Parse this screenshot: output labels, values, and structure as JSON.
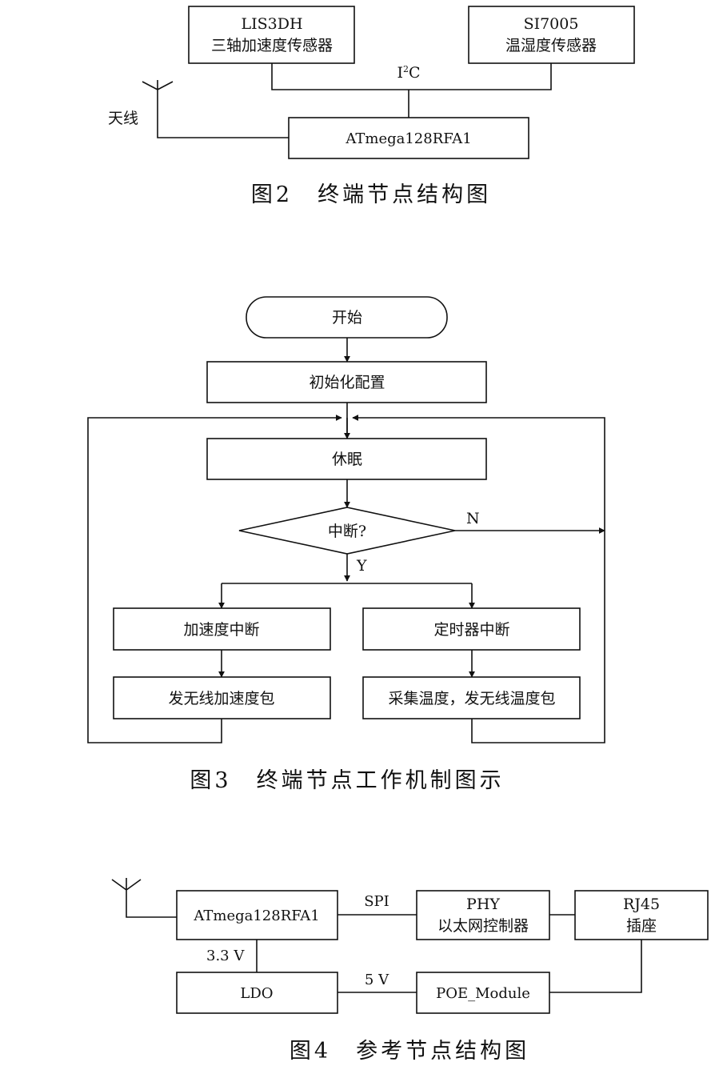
{
  "fig2": {
    "lis3dh_line1": "LIS3DH",
    "lis3dh_line2": "三轴加速度传感器",
    "si7005_line1": "SI7005",
    "si7005_line2": "温湿度传感器",
    "bus_label_main": "I",
    "bus_label_sup": "2",
    "bus_label_end": "C",
    "antenna_label": "天线",
    "mcu_label": "ATmega128RFA1",
    "caption": "图2　终端节点结构图"
  },
  "fig3": {
    "start": "开始",
    "init": "初始化配置",
    "sleep": "休眠",
    "decision": "中断?",
    "no_label": "N",
    "yes_label": "Y",
    "accel_interrupt": "加速度中断",
    "timer_interrupt": "定时器中断",
    "send_accel": "发无线加速度包",
    "collect_temp": "采集温度，发无线温度包",
    "caption": "图3　终端节点工作机制图示"
  },
  "fig4": {
    "mcu_label": "ATmega128RFA1",
    "spi_label": "SPI",
    "phy_line1": "PHY",
    "phy_line2": "以太网控制器",
    "rj45_line1": "RJ45",
    "rj45_line2": "插座",
    "v33_label": "3.3 V",
    "ldo_label": "LDO",
    "v5_label": "5 V",
    "poe_label": "POE_Module",
    "caption": "图4　参考节点结构图"
  }
}
